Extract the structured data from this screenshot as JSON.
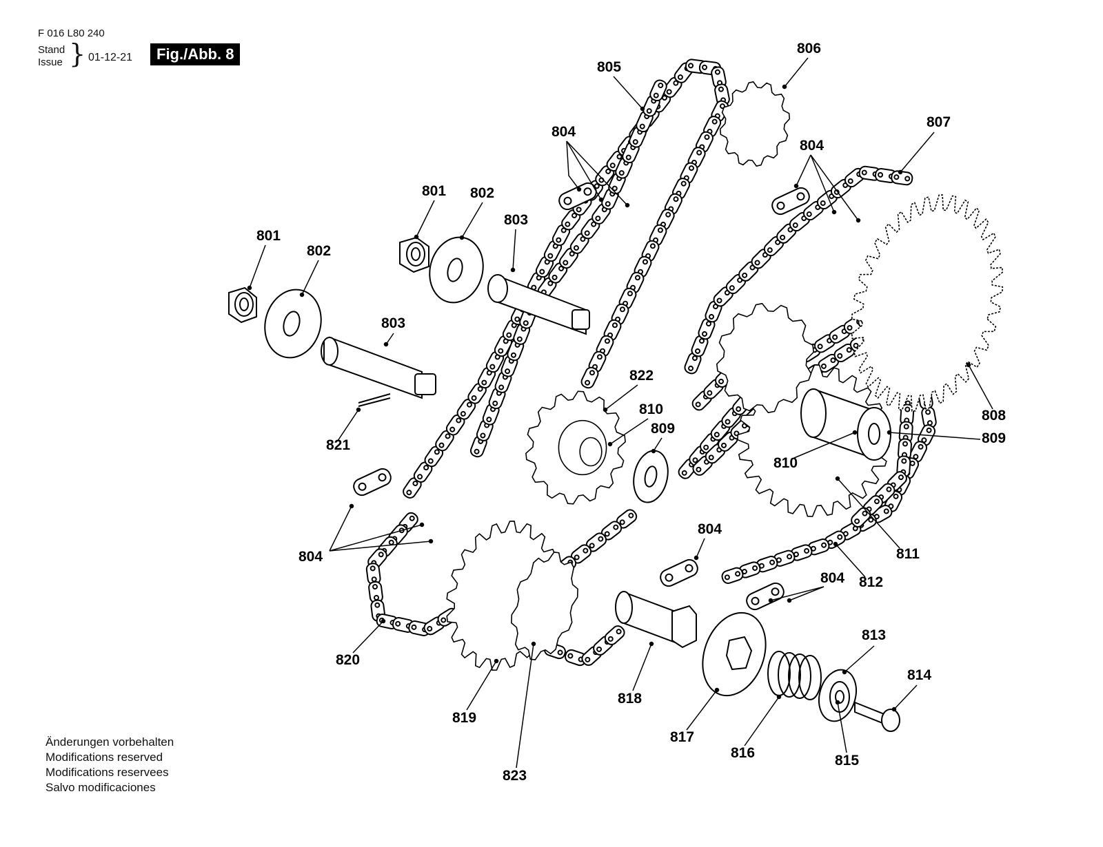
{
  "header": {
    "doc_number": "F 016 L80 240",
    "stand_label": "Stand",
    "issue_label": "Issue",
    "brace": "}",
    "date": "01-12-21",
    "figure_label": "Fig./Abb. 8"
  },
  "footer": {
    "notes": [
      "Änderungen vorbehalten",
      "Modifications reserved",
      "Modifications reservees",
      "Salvo modificaciones"
    ]
  },
  "callouts": {
    "c801a": "801",
    "c801b": "801",
    "c802a": "802",
    "c802b": "802",
    "c803a": "803",
    "c803b": "803",
    "c804a": "804",
    "c804b": "804",
    "c804c": "804",
    "c804d": "804",
    "c804e": "804",
    "c805": "805",
    "c806": "806",
    "c807": "807",
    "c808": "808",
    "c809a": "809",
    "c809b": "809",
    "c810a": "810",
    "c810b": "810",
    "c811": "811",
    "c812": "812",
    "c813": "813",
    "c814": "814",
    "c815": "815",
    "c816": "816",
    "c817": "817",
    "c818": "818",
    "c819": "819",
    "c820": "820",
    "c821": "821",
    "c822": "822",
    "c823": "823"
  }
}
